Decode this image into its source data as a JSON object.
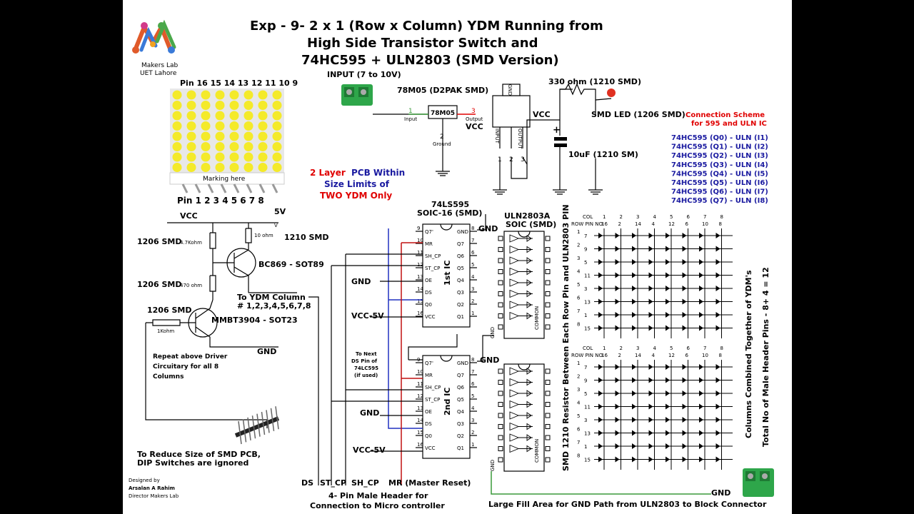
{
  "title": {
    "line1": "Exp - 9- 2 x 1 (Row x Column) YDM Running from",
    "line2": "High Side Transistor Switch and",
    "line3": "74HC595 + ULN2803 (SMD Version)"
  },
  "logo": {
    "line1": "Makers Lab",
    "line2": "UET Lahore"
  },
  "matrix": {
    "pins_top": "Pin 16 15 14 13 12 11 10 9",
    "marking": "Marking here",
    "pins_bottom": "Pin 1 2 3 4 5 6 7 8"
  },
  "power": {
    "input": "INPUT (7 to 10V)",
    "reg_part": "78M05 (D2PAK SMD)",
    "reg_name": "78M05",
    "pin1": "1",
    "input_lbl": "Input",
    "pin3": "3",
    "output_lbl": "Output",
    "pin2": "2",
    "ground_lbl": "Ground",
    "vcc": "VCC",
    "gnd_tab": "GND",
    "in_leg": "INPUT",
    "out_leg": "OUTPUT",
    "pins": [
      "1",
      "2",
      "3"
    ],
    "resistor": "330 ohm (1210 SMD)",
    "vcc2": "VCC",
    "led": "SMD LED (1206 SMD)",
    "cap": "10uF (1210 SM)"
  },
  "pcb_note": {
    "l1a": "2 Layer ",
    "l1b": "PCB Within",
    "l2": "Size Limits of",
    "l3": "TWO YDM Only"
  },
  "scheme": {
    "title1": "Connection Scheme",
    "title2": "for 595 and ULN IC",
    "rows": [
      "74HC595 (Q0) - ULN (I1)",
      "74HC595 (Q1) - ULN (I2)",
      "74HC595 (Q2) - ULN (I3)",
      "74HC595 (Q3) - ULN (I4)",
      "74HC595 (Q4) - ULN (I5)",
      "74HC595 (Q5) - ULN (I6)",
      "74HC595 (Q6) - ULN (I7)",
      "74HC595 (Q7) - ULN (I8)"
    ]
  },
  "driver": {
    "vcc": "VCC",
    "v5": "5V",
    "vsub": "V",
    "r1": "1206 SMD",
    "r1v": "4.7Kohm",
    "r10": "10 ohm",
    "r10pkg": "1210 SMD",
    "pnp": "BC869 - SOT89",
    "r2": "1206 SMD",
    "r2v": "470 ohm",
    "to1": "To YDM Column",
    "to2": "# 1,2,3,4,5,6,7,8",
    "r3": "1206 SMD",
    "r3v": "1Kohm",
    "npn": "MMBT3904 - SOT23",
    "gnd": "GND",
    "rep1": "Repeat above Driver",
    "rep2": "Circuitary for all 8",
    "rep3": "Columns"
  },
  "dip_note": {
    "l1": "To Reduce Size of SMD PCB,",
    "l2": "DIP Switches are ignored"
  },
  "designer": {
    "l1": "Designed by",
    "l2": "Arsalan A Rahim",
    "l3": "Director Makers Lab"
  },
  "ic595": {
    "title1": "74LS595",
    "title2": "SOIC-16 (SMD)",
    "ic1": "1st IC",
    "ic2": "2nd IC",
    "left_pins": [
      "Q7'",
      "MR",
      "SH_CP",
      "ST_CP",
      "OE",
      "DS",
      "Q0",
      "VCC"
    ],
    "left_nums": [
      "9",
      "10",
      "11",
      "12",
      "13",
      "14",
      "15",
      "16"
    ],
    "right_pins": [
      "GND",
      "Q7",
      "Q6",
      "Q5",
      "Q4",
      "Q3",
      "Q2",
      "Q1"
    ],
    "right_nums": [
      "8",
      "7",
      "6",
      "5",
      "4",
      "3",
      "2",
      "1"
    ],
    "gnd1": "GND",
    "gnd2": "GND",
    "gnd3": "GND",
    "gnd4": "GND",
    "vcc1": "VCC-5V",
    "vcc2": "VCC-5V",
    "next1": "To Next",
    "next2": "DS Pin of",
    "next3": "74LC595",
    "next4": "(if used)"
  },
  "uln": {
    "title1": "ULN2803A",
    "title2": "SOIC (SMD)",
    "common": "COMMON",
    "gnd_pin": "GND"
  },
  "side_notes": {
    "resistor": "SMD 1210 Resistor Between Each Row Pin and ULN2803 PIN",
    "columns": "Columns Combined Together of YDM's",
    "header_count": "Total No of Male Header Pins - 8+ 4 = 12"
  },
  "grid": {
    "col_lbl": "COL",
    "pin_lbl": "PIN NO",
    "row_lbl": "ROW",
    "col_nums": [
      "1",
      "2",
      "3",
      "4",
      "5",
      "6",
      "7",
      "8"
    ],
    "col_pins": [
      "16",
      "2",
      "14",
      "4",
      "12",
      "6",
      "10",
      "8"
    ],
    "row_nums": [
      "1",
      "2",
      "3",
      "4",
      "5",
      "6",
      "7",
      "8"
    ],
    "row_pins": [
      "7",
      "9",
      "5",
      "11",
      "3",
      "13",
      "1",
      "15"
    ]
  },
  "header": {
    "ds": "DS",
    "st": "ST_CP",
    "sh": "SH_CP",
    "mr": "MR (Master Reset)",
    "l1": "4- Pin Male Header for",
    "l2": "Connection to Micro controller"
  },
  "bottom": {
    "fill_note": "Large Fill Area for GND Path from ULN2803 to Block Connector",
    "gnd": "GND"
  },
  "colors": {
    "red": "#e00000",
    "blue": "#1a1aa0",
    "green": "#2ea64a",
    "led": "#f4ea2a"
  }
}
